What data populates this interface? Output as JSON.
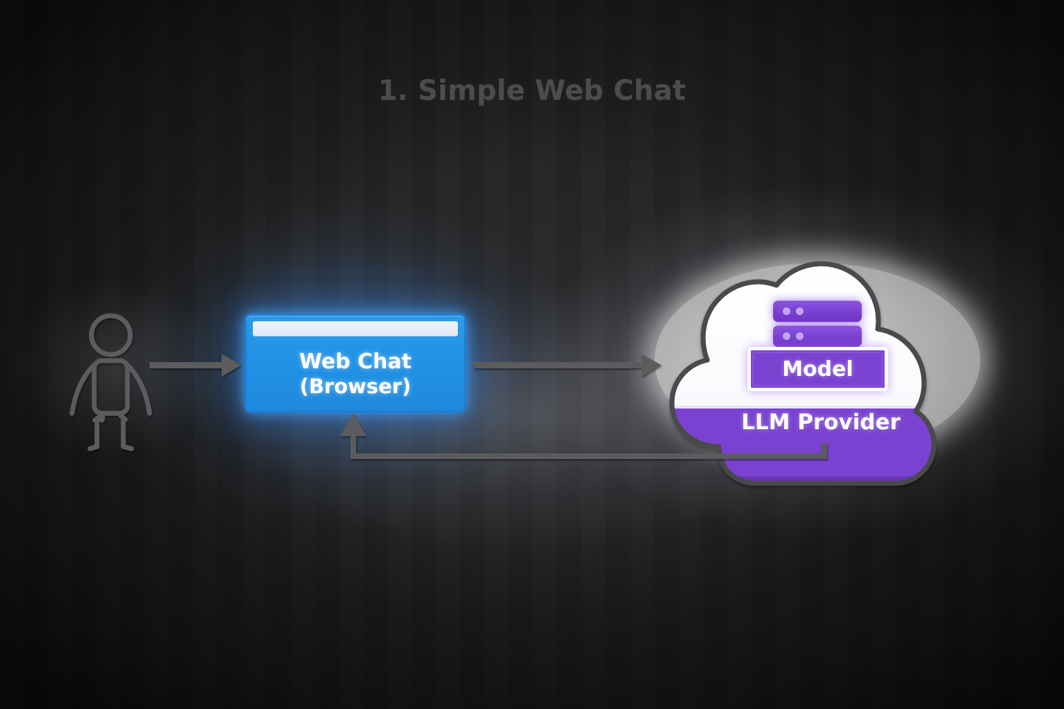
{
  "diagram": {
    "title": "1. Simple Web Chat",
    "nodes": {
      "user": {
        "name": "user-actor",
        "label": ""
      },
      "browser": {
        "line1": "Web Chat",
        "line2": "(Browser)",
        "color": "#2192e6",
        "glow": "#46a0f5"
      },
      "cloud": {
        "provider_label": "LLM Provider",
        "model_label": "Model",
        "cloud_fill": "#ffffff",
        "cloud_stroke": "#4a4a4c",
        "accent": "#7b42d2",
        "server_units": 2,
        "server_leds_per_unit": 2
      }
    },
    "arrows": [
      {
        "name": "user-to-browser",
        "from": "user",
        "to": "browser",
        "direction": "right",
        "color": "#5c5c5e"
      },
      {
        "name": "browser-to-cloud",
        "from": "browser",
        "to": "cloud",
        "direction": "right",
        "color": "#5c5c5e"
      },
      {
        "name": "cloud-to-browser-return",
        "from": "cloud",
        "to": "browser",
        "direction": "up",
        "color": "#5c5c5e"
      }
    ],
    "colors": {
      "background": "#202020",
      "title_text": "#4c4c4c",
      "arrow": "#5c5c5e",
      "purple": "#7b42d2",
      "blue": "#2192e6"
    }
  }
}
